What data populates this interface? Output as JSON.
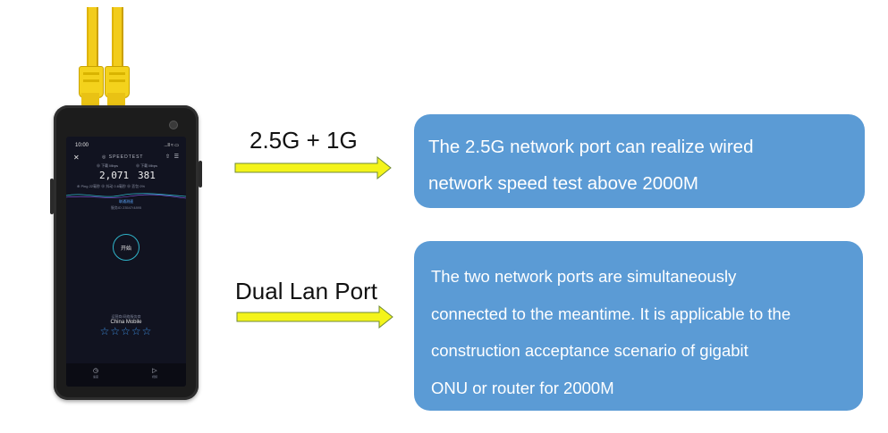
{
  "device": {
    "status_time": "10:00",
    "status_icons": "...ll ≈ ▭",
    "logo": "◎ SPEEDTEST",
    "download_label": "⊕ 下载 Mbps",
    "upload_label": "⊕ 下载 Mbps",
    "download_value": "2,071",
    "upload_value": "381",
    "ping_line": "⊕ Ping 22毫秒   ⊕ 抖动 0.6毫秒   ⊕ 丢包 0%",
    "server_name": "联通测速",
    "server_id": "服务ID 23547/4895",
    "go_label": "开始",
    "isp_label": "运营商/网络服务商",
    "isp_name": "China Mobile",
    "stars": "☆☆☆☆☆",
    "nav_items": [
      {
        "icon": "◷",
        "label": "速度"
      },
      {
        "icon": "▷",
        "label": "视频"
      }
    ]
  },
  "labels": {
    "top": "2.5G + 1G",
    "bottom": "Dual Lan Port"
  },
  "callouts": {
    "top": [
      "The 2.5G network port can realize wired",
      "network speed test above 2000M"
    ],
    "bottom": [
      "The two network ports are simultaneously",
      "connected to the meantime. It is applicable to the",
      "construction acceptance scenario of gigabit",
      "ONU or router for 2000M"
    ]
  },
  "colors": {
    "callout_bg": "#5b9bd5",
    "arrow_fill": "#f4f41a",
    "arrow_stroke": "#6f8a36",
    "cable": "#f2cc1b"
  },
  "icons": {
    "network_cable": "network-cable-icon",
    "arrow": "right-arrow-icon"
  }
}
